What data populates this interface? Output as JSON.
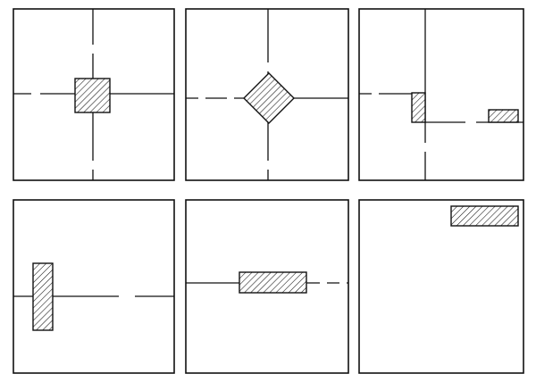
{
  "figure": {
    "panels": [
      {
        "id": "panel-1",
        "shape": "square"
      },
      {
        "id": "panel-2",
        "shape": "diamond"
      },
      {
        "id": "panel-3",
        "shape": "l-shape-and-small-bar"
      },
      {
        "id": "panel-4",
        "shape": "vertical-bar"
      },
      {
        "id": "panel-5",
        "shape": "horizontal-bar"
      },
      {
        "id": "panel-6",
        "shape": "horizontal-bar-top-right"
      }
    ]
  },
  "colors": {
    "ink": "#111111",
    "background": "#ffffff"
  }
}
